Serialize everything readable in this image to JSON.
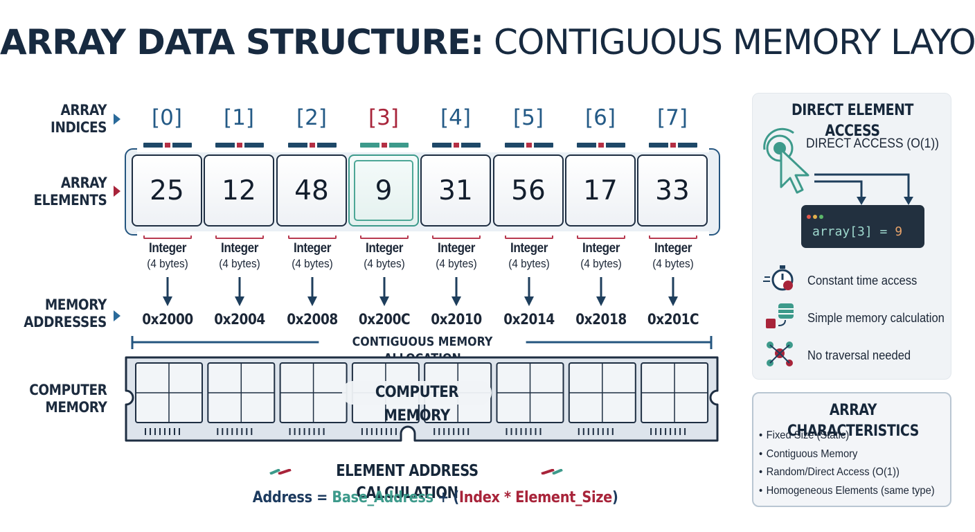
{
  "title": {
    "bold": "ARRAY DATA STRUCTURE:",
    "normal": "CONTIGUOUS MEMORY LAYOUT"
  },
  "row_labels": {
    "indices": [
      "ARRAY",
      "INDICES"
    ],
    "elements": [
      "ARRAY",
      "ELEMENTS"
    ],
    "addresses": [
      "MEMORY",
      "ADDRESSES"
    ],
    "memory": [
      "COMPUTER",
      "MEMORY"
    ]
  },
  "array": {
    "highlight_index": 3,
    "cells": [
      {
        "index": "[0]",
        "value": "25",
        "type": "Integer",
        "size": "(4 bytes)",
        "address": "0x2000"
      },
      {
        "index": "[1]",
        "value": "12",
        "type": "Integer",
        "size": "(4 bytes)",
        "address": "0x2004"
      },
      {
        "index": "[2]",
        "value": "48",
        "type": "Integer",
        "size": "(4 bytes)",
        "address": "0x2008"
      },
      {
        "index": "[3]",
        "value": "9",
        "type": "Integer",
        "size": "(4 bytes)",
        "address": "0x200C"
      },
      {
        "index": "[4]",
        "value": "31",
        "type": "Integer",
        "size": "(4 bytes)",
        "address": "0x2010"
      },
      {
        "index": "[5]",
        "value": "56",
        "type": "Integer",
        "size": "(4 bytes)",
        "address": "0x2014"
      },
      {
        "index": "[6]",
        "value": "17",
        "type": "Integer",
        "size": "(4 bytes)",
        "address": "0x2018"
      },
      {
        "index": "[7]",
        "value": "33",
        "type": "Integer",
        "size": "(4 bytes)",
        "address": "0x201C"
      }
    ]
  },
  "contiguous_label": "CONTIGUOUS MEMORY ALLOCATION",
  "memory_label": "COMPUTER MEMORY",
  "calculation": {
    "title": "ELEMENT ADDRESS CALCULATION",
    "f_address": "Address",
    "f_eq": " = ",
    "f_base": "Base_Address",
    "f_plus": " + (",
    "f_rest": "Index * Element_Size",
    "f_close": ")"
  },
  "access_panel": {
    "title": "DIRECT ELEMENT ACCESS",
    "subtitle": "DIRECT ACCESS (O(1))",
    "code_prefix": "array[3] = ",
    "code_value": "9",
    "features": [
      {
        "icon": "stopwatch-icon",
        "text": "Constant time access"
      },
      {
        "icon": "database-icon",
        "text": "Simple memory calculation"
      },
      {
        "icon": "network-icon",
        "text": "No traversal needed"
      }
    ]
  },
  "characteristics_panel": {
    "title": "ARRAY CHARACTERISTICS",
    "items": [
      "Fixed Size (Static)",
      "Contiguous Memory",
      "Random/Direct Access (O(1))",
      "Homogeneous Elements (same type)"
    ]
  },
  "colors": {
    "navy": "#1c2b3e",
    "blue": "#245a86",
    "red": "#a8243a",
    "teal": "#3d9a8b",
    "panel": "#f0f3f6"
  }
}
